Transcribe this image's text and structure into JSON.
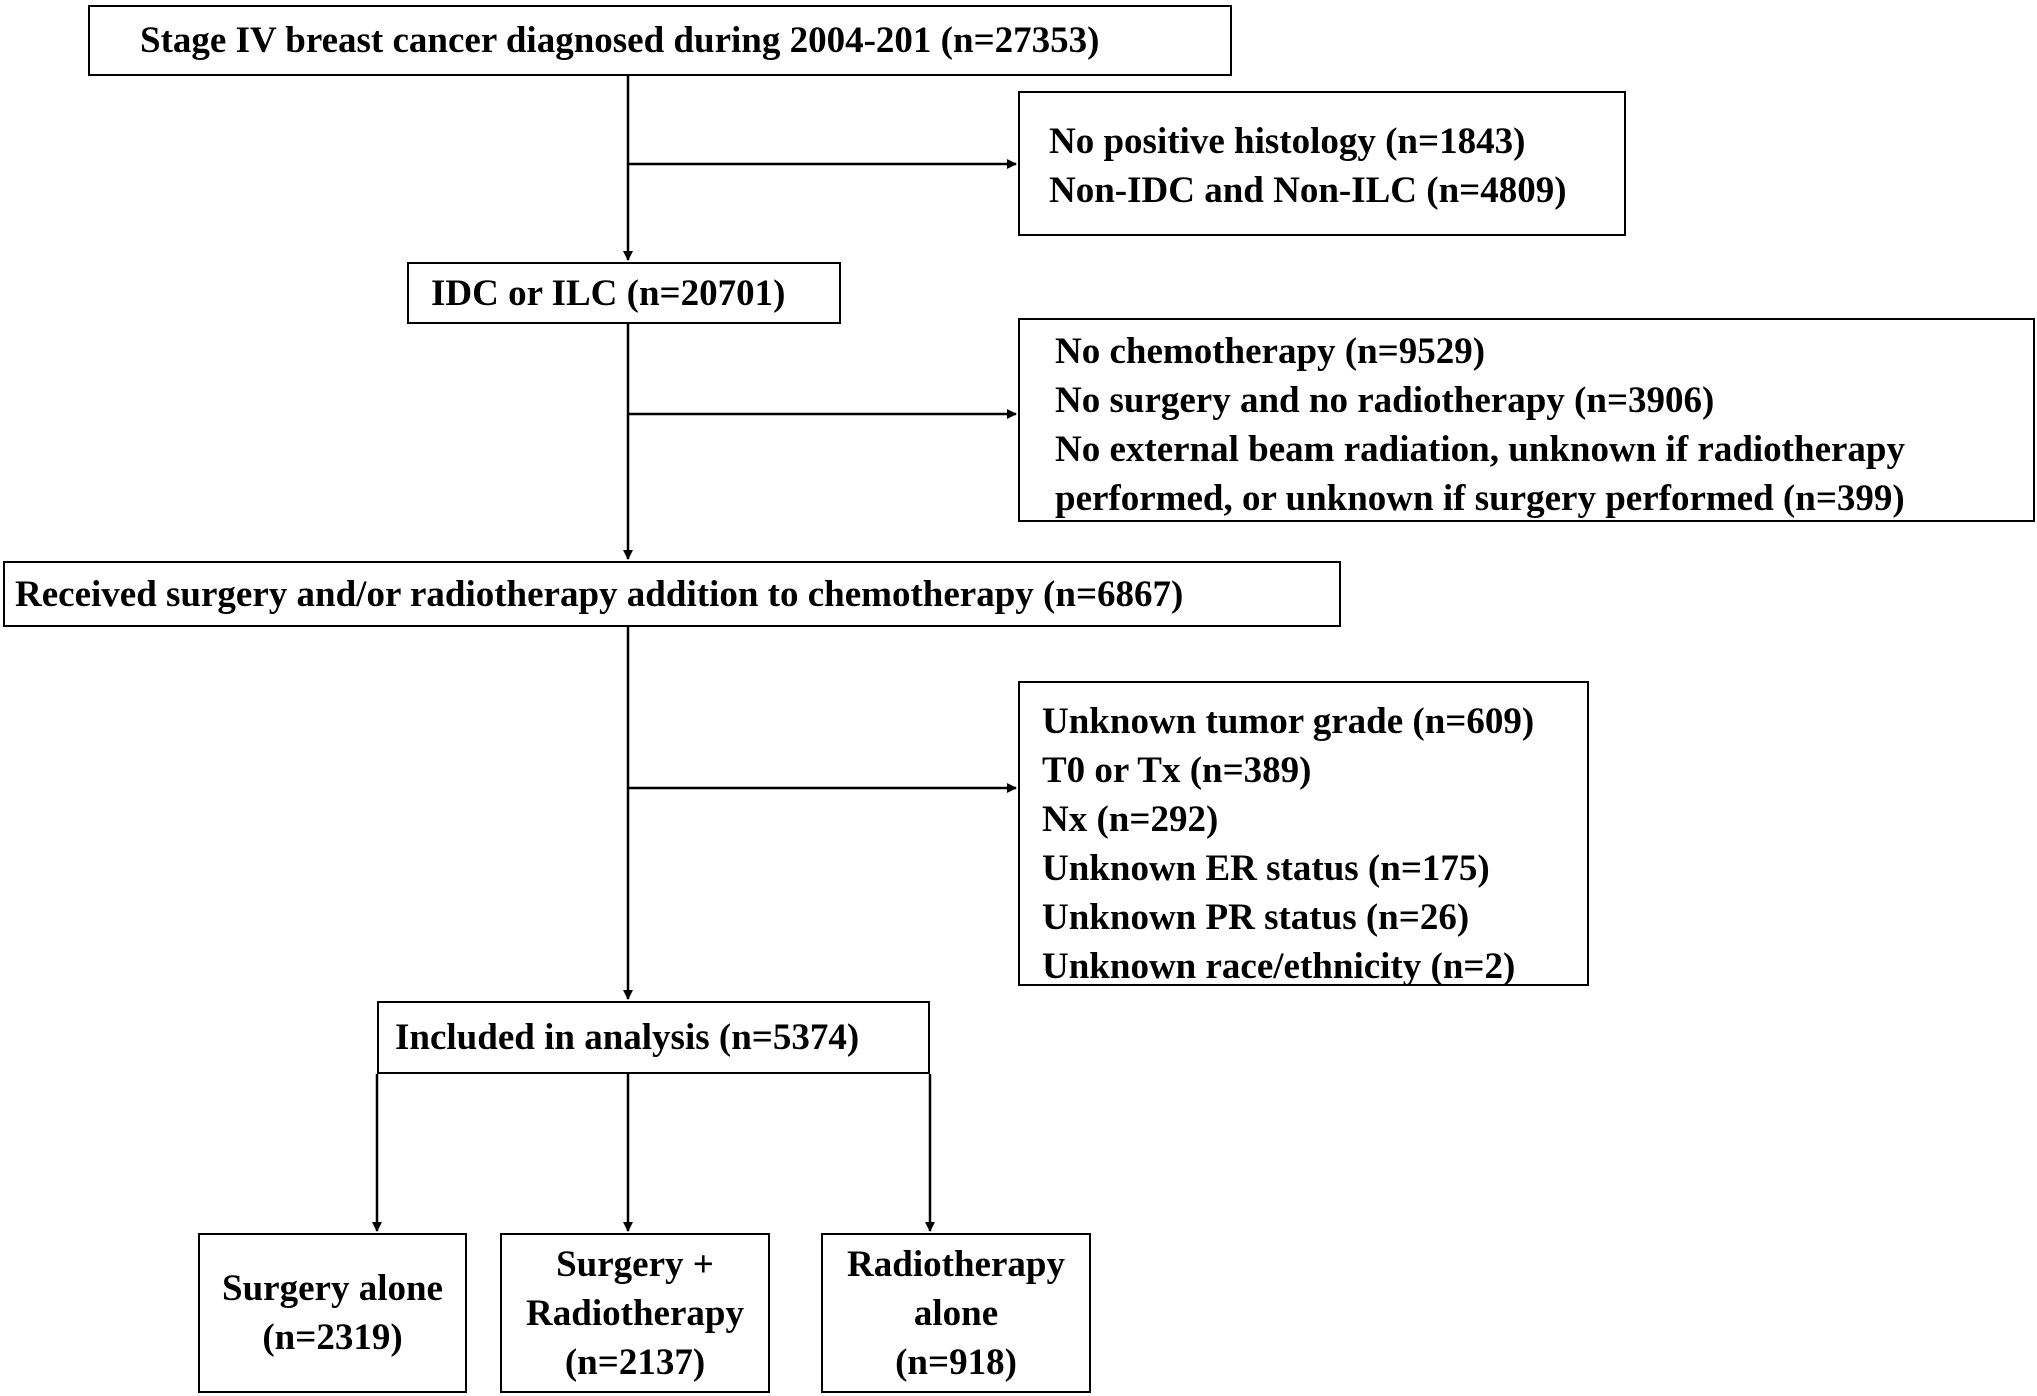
{
  "flowchart": {
    "stage_iv": "Stage IV breast cancer diagnosed during 2004-201 (n=27353)",
    "exclusion_1": [
      "No positive histology (n=1843)",
      "Non-IDC and Non-ILC (n=4809)"
    ],
    "idc_ilc": "IDC or ILC (n=20701)",
    "exclusion_2": [
      "No chemotherapy (n=9529)",
      "No surgery and no radiotherapy (n=3906)",
      "No external beam radiation, unknown if radiotherapy",
      "performed, or unknown if surgery performed (n=399)"
    ],
    "received": "Received surgery and/or radiotherapy addition to chemotherapy (n=6867)",
    "exclusion_3": [
      "Unknown tumor grade (n=609)",
      "T0 or Tx (n=389)",
      "Nx (n=292)",
      "Unknown ER status (n=175)",
      "Unknown PR status (n=26)",
      "Unknown race/ethnicity (n=2)"
    ],
    "included": "Included in analysis (n=5374)",
    "outcomes": {
      "surgery_alone": [
        "Surgery alone",
        "(n=2319)"
      ],
      "surgery_radiotherapy": [
        "Surgery +",
        "Radiotherapy",
        "(n=2137)"
      ],
      "radiotherapy_alone": [
        "Radiotherapy",
        "alone",
        "(n=918)"
      ]
    }
  }
}
